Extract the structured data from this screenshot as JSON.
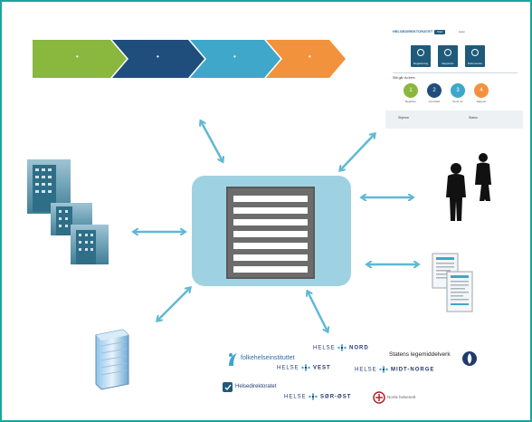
{
  "process_steps": [
    {
      "color": "#8ab73d",
      "label": "•"
    },
    {
      "color": "#1f4e7d",
      "label": "•"
    },
    {
      "color": "#3fa7c9",
      "label": "•"
    },
    {
      "color": "#f2923c",
      "label": "•"
    }
  ],
  "app_preview": {
    "logo": "HELSEDIREKTORATET",
    "nav_active": "Start",
    "nav_other": "Hjelp",
    "tiles": [
      {
        "label": "Registrering"
      },
      {
        "label": "Rapporter"
      },
      {
        "label": "Dokumenter"
      }
    ],
    "subtitle": "Slik går du frem",
    "steps": [
      {
        "num": "1",
        "color": "#8ab73d",
        "label": "Registrer"
      },
      {
        "num": "2",
        "color": "#1f4e7d",
        "label": "Kontroller"
      },
      {
        "num": "3",
        "color": "#3fa7c9",
        "label": "Send inn"
      },
      {
        "num": "4",
        "color": "#f2923c",
        "label": "Rapport"
      }
    ],
    "footer_left": "Skjema",
    "footer_right": "Status"
  },
  "organizations": {
    "fhi": "folkehelseinstituttet",
    "helse_nord": "NORD",
    "helse_vest": "VEST",
    "helse_midt": "MIDT-NORGE",
    "helse_sorost": "SØR-ØST",
    "helse_prefix": "HELSE",
    "legemiddelverk": "Statens legemiddelverk",
    "helsedirektoratet": "Helsedirektoratet",
    "bottom_logo": "Norsk helsenett"
  },
  "colors": {
    "frame": "#18a6a0",
    "arrow": "#5fb8d4",
    "hub": "#9ed2e3",
    "doc": "#6c6c6c"
  }
}
